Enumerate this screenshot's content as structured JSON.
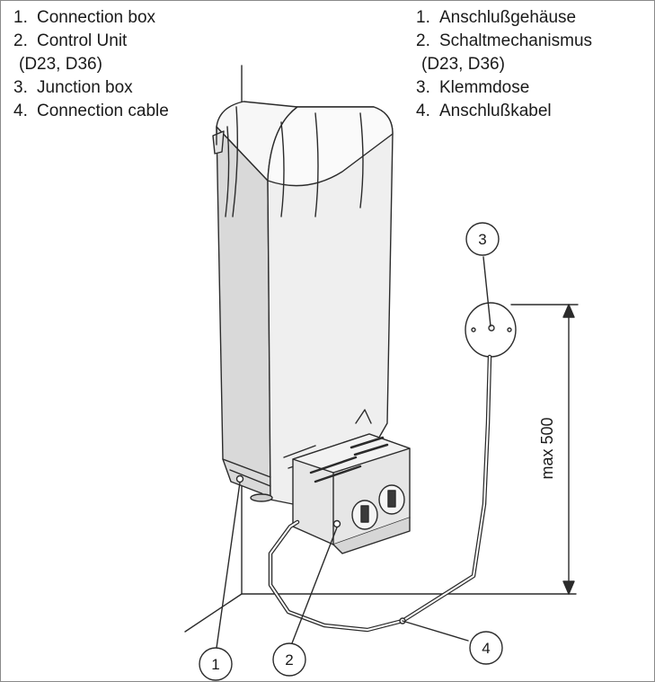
{
  "legend_en": [
    {
      "num": "1.",
      "text": "Connection box"
    },
    {
      "num": "2.",
      "text": "Control Unit",
      "sub": "(D23, D36)"
    },
    {
      "num": "3.",
      "text": "Junction box"
    },
    {
      "num": "4.",
      "text": "Connection cable"
    }
  ],
  "legend_de": [
    {
      "num": "1.",
      "text": "Anschlußgehäuse"
    },
    {
      "num": "2.",
      "text": "Schaltmechanismus",
      "sub": "(D23, D36)"
    },
    {
      "num": "3.",
      "text": "Klemmdose"
    },
    {
      "num": "4.",
      "text": "Anschlußkabel"
    }
  ],
  "callouts": [
    "1",
    "2",
    "3",
    "4"
  ],
  "dimension_label": "max 500",
  "colors": {
    "line": "#2b2b2b",
    "heater_fill": "#efefef",
    "heater_shade": "#d9d9d9",
    "box_fill": "#e6e6e6"
  }
}
